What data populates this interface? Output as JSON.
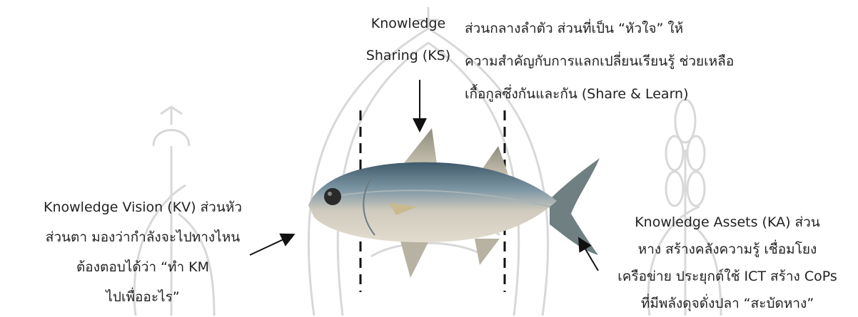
{
  "labels": {
    "ks_title": [
      "Knowledge",
      "Sharing (KS)"
    ],
    "ks_desc": [
      "ส่วนกลางลำตัว ส่วนที่เป็น “หัวใจ” ให้",
      "ความสำคัญกับการแลกเปลี่ยนเรียนรู้ ช่วยเหลือ",
      "เกื้อกูลซึ่งกันและกัน (Share & Learn)"
    ],
    "kv": [
      "Knowledge Vision (KV) ส่วนหัว",
      "ส่วนตา มองว่ากำลังจะไปทางไหน",
      "ต้องตอบได้ว่า “ทำ KM",
      "ไปเพื่ออะไร”"
    ],
    "ka": [
      "Knowledge Assets (KA) ส่วน",
      "หาง สร้างคลังความรู้ เชื่อมโยง",
      "เครือข่าย ประยุกต์ใช้ ICT สร้าง CoPs",
      "ที่มีพลังดุจดั่งปลา “สะบัดหาง”"
    ]
  },
  "colors": {
    "fish_back": "#4f6b7c",
    "fish_belly": "#d9d4c8",
    "fish_fin": "#a8a594",
    "watermark": "#d8d8d8"
  }
}
